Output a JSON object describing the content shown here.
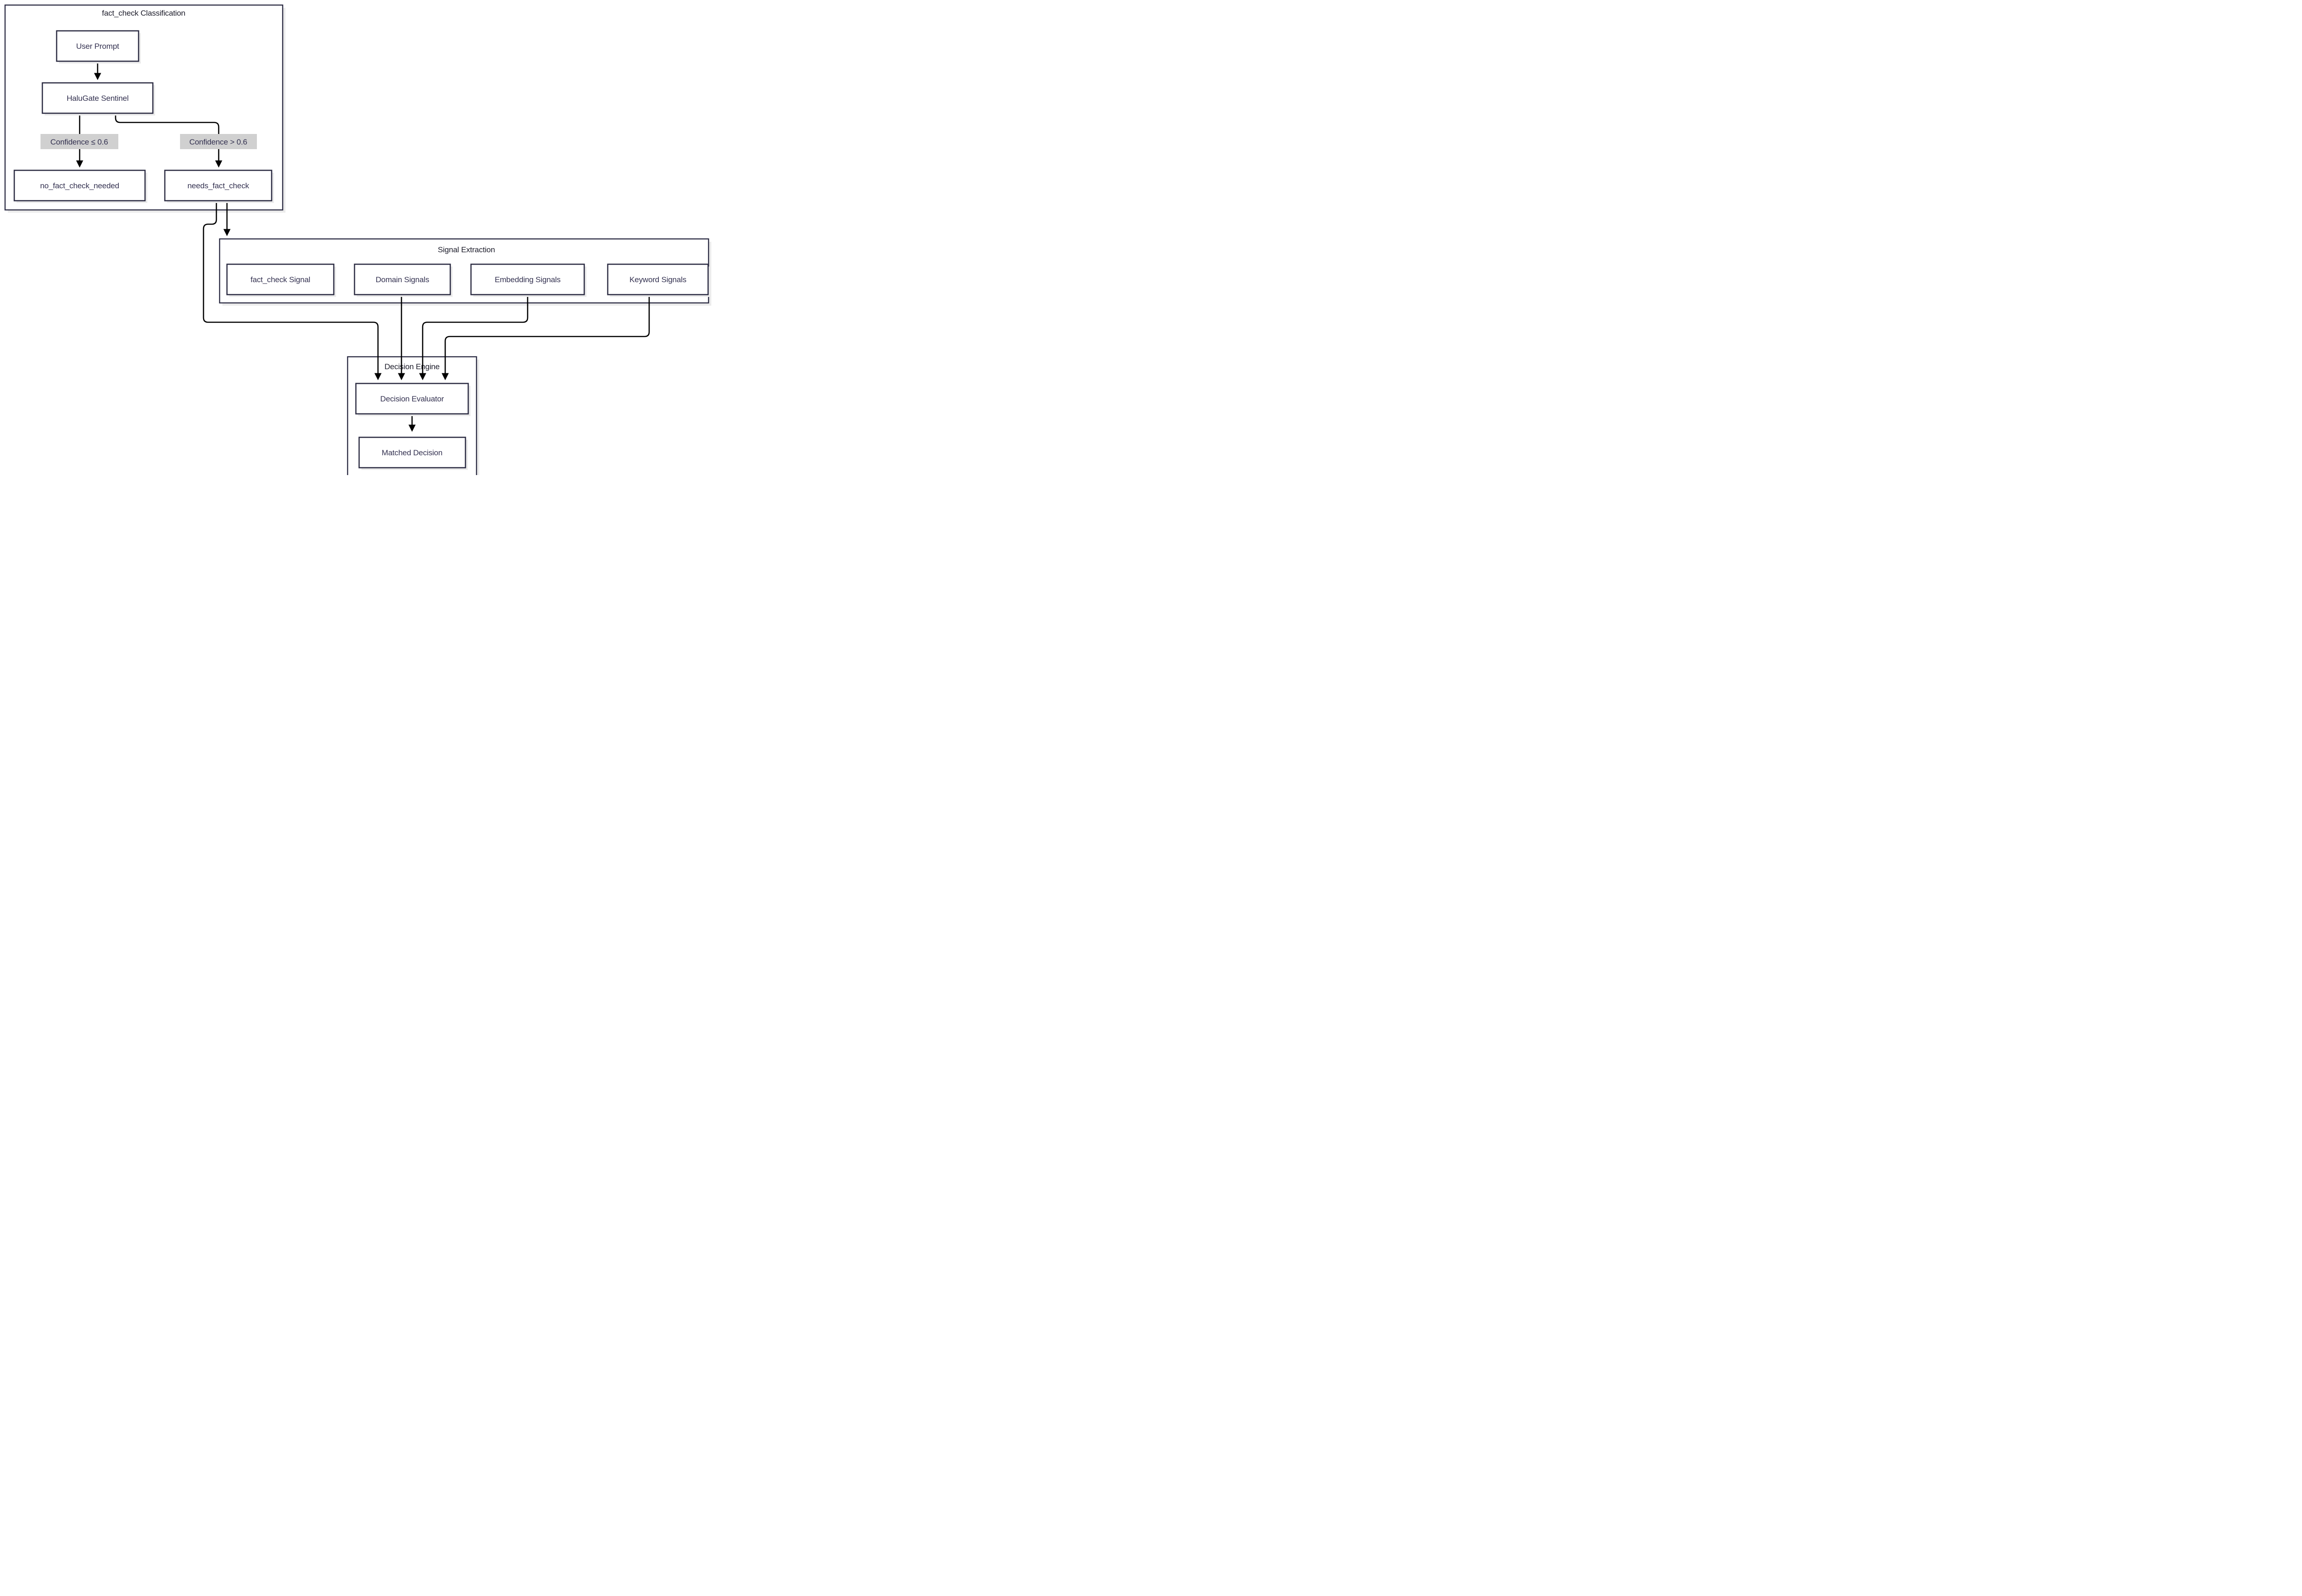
{
  "diagram": {
    "type": "flowchart",
    "clusters": {
      "classification": {
        "title": "fact_check Classification"
      },
      "signal_extraction": {
        "title": "Signal Extraction"
      },
      "decision_engine": {
        "title": "Decision Engine"
      }
    },
    "nodes": {
      "user_prompt": {
        "label": "User Prompt"
      },
      "halugate_sentinel": {
        "label": "HaluGate Sentinel"
      },
      "no_fact_check_needed": {
        "label": "no_fact_check_needed"
      },
      "needs_fact_check": {
        "label": "needs_fact_check"
      },
      "fact_check_signal": {
        "label": "fact_check Signal"
      },
      "domain_signals": {
        "label": "Domain Signals"
      },
      "embedding_signals": {
        "label": "Embedding Signals"
      },
      "keyword_signals": {
        "label": "Keyword Signals"
      },
      "decision_evaluator": {
        "label": "Decision Evaluator"
      },
      "matched_decision": {
        "label": "Matched Decision"
      }
    },
    "edge_labels": {
      "confidence_low": {
        "text": "Confidence ≤ 0.6"
      },
      "confidence_high": {
        "text": "Confidence > 0.6"
      }
    },
    "colors": {
      "background": "#ffffff",
      "node_border": "#2d2d44",
      "node_fill": "#ffffff",
      "node_text": "#343251",
      "cluster_title_text": "#1c1c2a",
      "edge_stroke": "#000000",
      "highlight_green": "#cde6cd",
      "highlight_peach": "#fdeedd",
      "edge_label_bg": "#d0d0d0",
      "shadow": "#ececec"
    }
  }
}
